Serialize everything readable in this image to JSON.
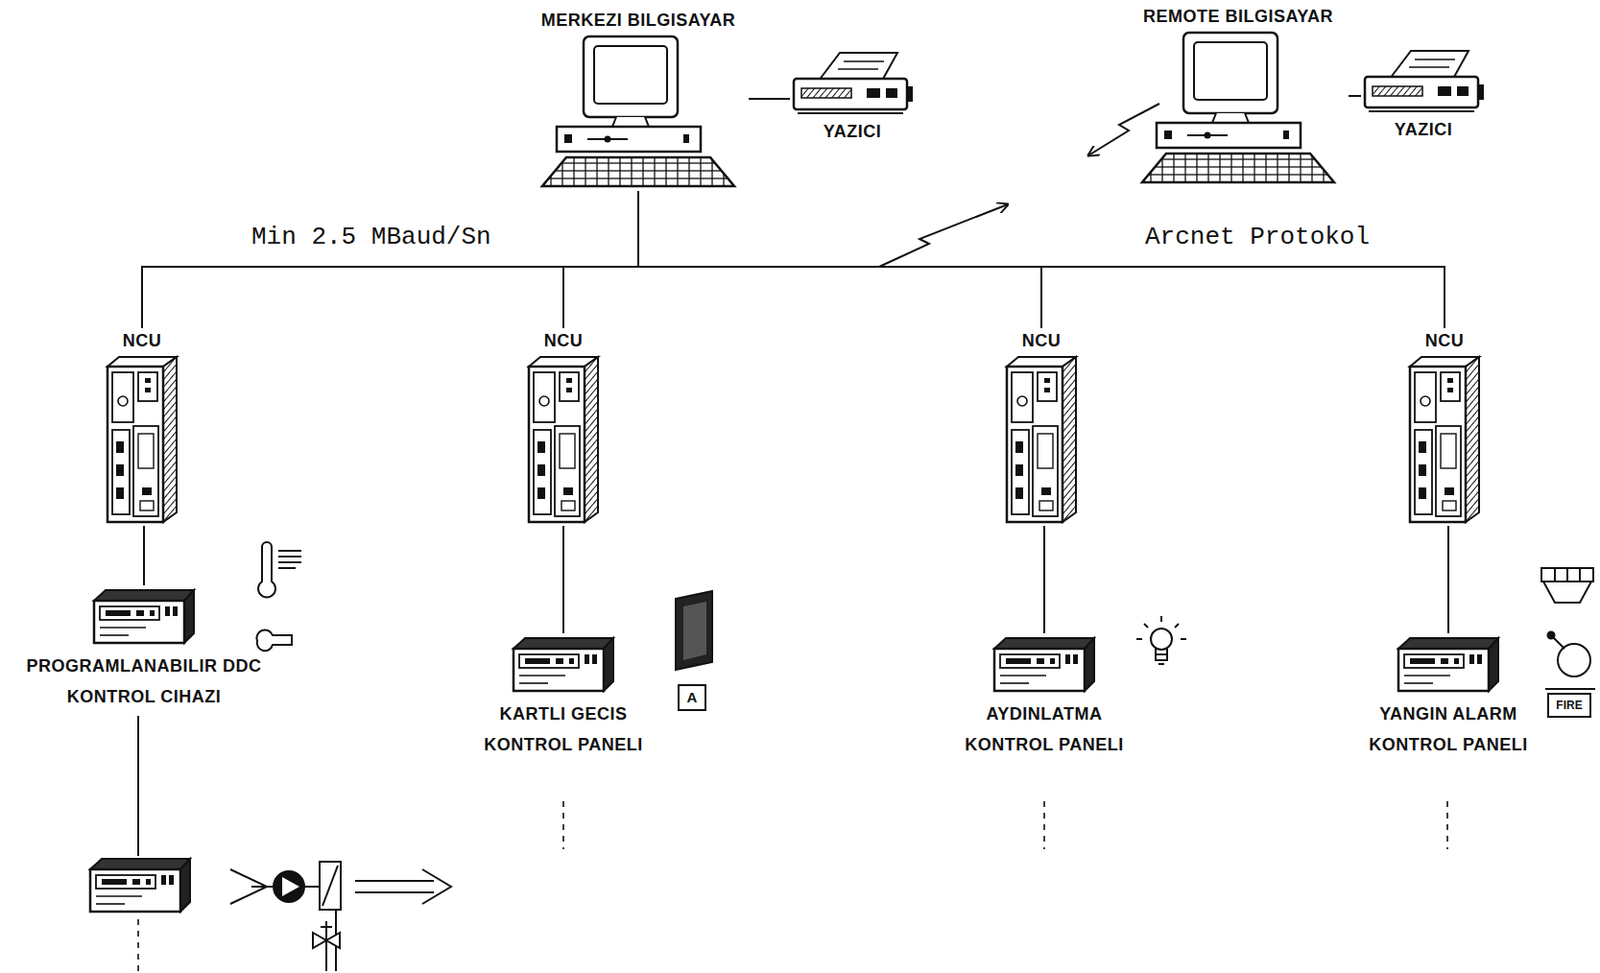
{
  "diagram": {
    "nodes": [
      {
        "text": [
          "MERKEZI BILGISAYAR"
        ]
      },
      {
        "text": [
          "YAZICI"
        ]
      },
      {
        "text": [
          "REMOTE BILGISAYAR"
        ]
      },
      {
        "text": [
          "YAZICI"
        ]
      },
      {
        "text": [
          "NCU"
        ]
      },
      {
        "text": [
          "NCU"
        ]
      },
      {
        "text": [
          "NCU"
        ]
      },
      {
        "text": [
          "NCU"
        ]
      },
      {
        "text": [
          "PROGRAMLANABILIR DDC KONTROL CIHAZI"
        ]
      },
      {
        "text": [
          "KARTLI GECIS KONTROL PANELI"
        ]
      },
      {
        "text": [
          "AYDINLATMA KONTROL PANELI"
        ]
      },
      {
        "text": [
          "YANGIN ALARM KONTROL PANELI"
        ]
      }
    ],
    "edges": [
      {
        "from": 0,
        "to": 1,
        "arrow": "none"
      },
      {
        "from": 2,
        "to": 3,
        "arrow": "none"
      },
      {
        "from": 0,
        "to": 4,
        "arrow": "none"
      },
      {
        "from": 0,
        "to": 5,
        "arrow": "none"
      },
      {
        "from": 0,
        "to": 6,
        "arrow": "none"
      },
      {
        "from": 0,
        "to": 7,
        "arrow": "none"
      },
      {
        "from": 4,
        "to": 8,
        "arrow": "none"
      },
      {
        "from": 5,
        "to": 9,
        "arrow": "none"
      },
      {
        "from": 6,
        "to": 10,
        "arrow": "none"
      },
      {
        "from": 7,
        "to": 11,
        "arrow": "none"
      }
    ],
    "labels": [
      "Min 2.5 MBaud/Sn",
      "Arcnet Protokol",
      "A",
      "FIRE"
    ]
  }
}
